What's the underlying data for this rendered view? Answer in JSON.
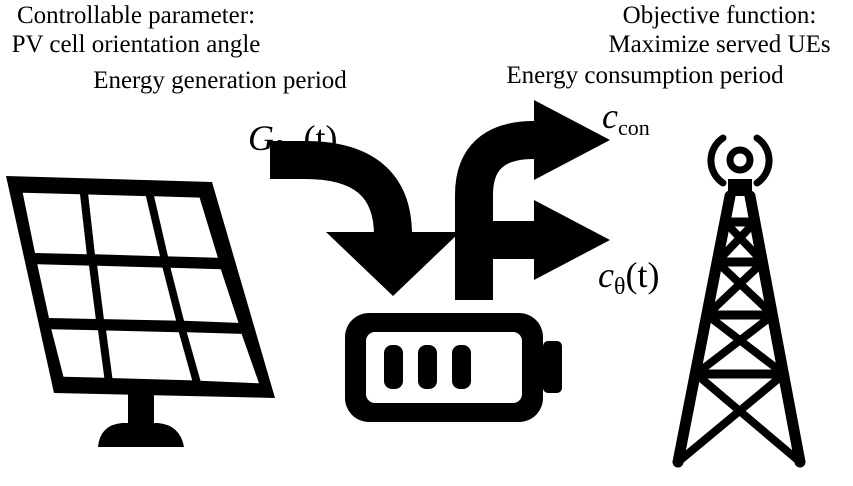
{
  "labels": {
    "param_title": "Controllable parameter:",
    "param_value": "PV cell orientation angle",
    "generation_period": "Energy generation period",
    "objective_title": "Objective function:",
    "objective_value": "Maximize served UEs",
    "consumption_period": "Energy consumption period"
  },
  "math": {
    "generation": {
      "symbol": "G",
      "subscript": "θ,1",
      "argument": "(t)"
    },
    "constant_consumption": {
      "symbol": "c",
      "subscript": "con"
    },
    "variable_consumption": {
      "symbol": "c",
      "subscript": "θ",
      "argument": "(t)"
    }
  },
  "icons": {
    "solar_panel": "solar-panel-icon",
    "battery": "battery-icon",
    "tower": "cell-tower-icon",
    "arrows": "arrow-icon"
  },
  "colors": {
    "stroke": "#000000",
    "background": "#ffffff"
  }
}
